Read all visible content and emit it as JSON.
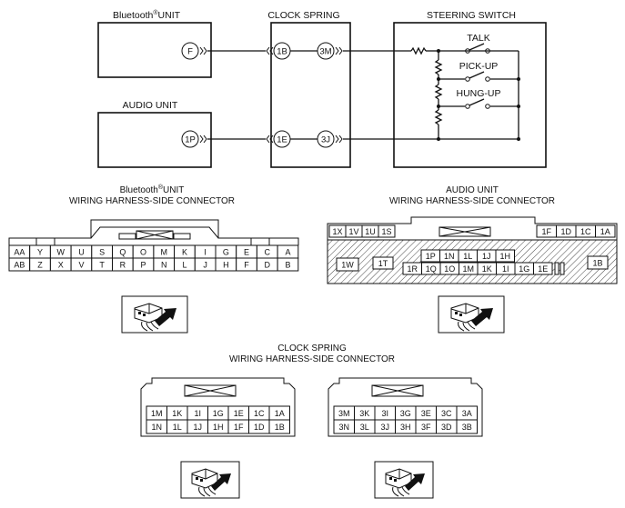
{
  "diagram": {
    "bt_unit_label": "Bluetooth",
    "bt_unit_sup": "®",
    "bt_unit_suffix": "UNIT",
    "clock_spring_label": "CLOCK SPRING",
    "steering_switch_label": "STEERING SWITCH",
    "audio_unit_label": "AUDIO UNIT",
    "terminals": {
      "bt_f": "F",
      "cs_1b": "1B",
      "cs_3m": "3M",
      "au_1p": "1P",
      "cs_1e": "1E",
      "cs_3j": "3J"
    },
    "switches": [
      "TALK",
      "PICK-UP",
      "HUNG-UP"
    ]
  },
  "bt_connector": {
    "title1_main": "Bluetooth",
    "title1_sup": "®",
    "title1_suffix": "UNIT",
    "title2": "WIRING HARNESS-SIDE CONNECTOR",
    "row1": [
      "AA",
      "Y",
      "W",
      "U",
      "S",
      "Q",
      "O",
      "M",
      "K",
      "I",
      "G",
      "E",
      "C",
      "A"
    ],
    "row2": [
      "AB",
      "Z",
      "X",
      "V",
      "T",
      "R",
      "P",
      "N",
      "L",
      "J",
      "H",
      "F",
      "D",
      "B"
    ]
  },
  "au_connector": {
    "title1": "AUDIO UNIT",
    "title2": "WIRING HARNESS-SIDE CONNECTOR",
    "top_left": [
      "1X",
      "1V",
      "1U",
      "1S"
    ],
    "top_right": [
      "1F",
      "1D",
      "1C",
      "1A"
    ],
    "mid": [
      "1P",
      "1N",
      "1L",
      "1J",
      "1H"
    ],
    "bottom": [
      "1R",
      "1Q",
      "1O",
      "1M",
      "1K",
      "1I",
      "1G",
      "1E"
    ],
    "left_w": "1W",
    "left_t": "1T",
    "right_b": "1B"
  },
  "cs_connector": {
    "title1": "CLOCK SPRING",
    "title2": "WIRING HARNESS-SIDE CONNECTOR",
    "left_row1": [
      "1M",
      "1K",
      "1I",
      "1G",
      "1E",
      "1C",
      "1A"
    ],
    "left_row2": [
      "1N",
      "1L",
      "1J",
      "1H",
      "1F",
      "1D",
      "1B"
    ],
    "right_row1": [
      "3M",
      "3K",
      "3I",
      "3G",
      "3E",
      "3C",
      "3A"
    ],
    "right_row2": [
      "3N",
      "3L",
      "3J",
      "3H",
      "3F",
      "3D",
      "3B"
    ]
  }
}
